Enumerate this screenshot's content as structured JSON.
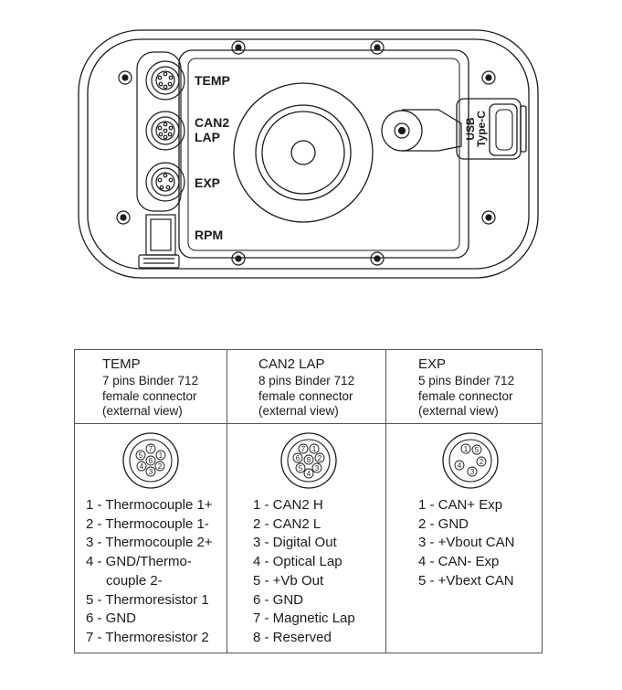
{
  "device": {
    "labels": {
      "temp": "TEMP",
      "can2_line1": "CAN2",
      "can2_line2": "LAP",
      "exp": "EXP",
      "rpm": "RPM",
      "usb_line1": "USB",
      "usb_line2": "Type-C"
    }
  },
  "table": {
    "columns": [
      {
        "name": "TEMP",
        "desc": [
          "7 pins Binder 712",
          "female connector",
          "(external view)"
        ],
        "pin_numbers": [
          "1",
          "2",
          "3",
          "4",
          "5",
          "6",
          "7"
        ],
        "pins": [
          "1 - Thermocouple 1+",
          "2 - Thermocouple 1-",
          "3 - Thermocouple 2+",
          "4 - GND/Thermo-",
          "couple 2-",
          "5 - Thermoresistor 1",
          "6 - GND",
          "7 - Thermoresistor 2"
        ]
      },
      {
        "name": "CAN2 LAP",
        "desc": [
          "8 pins Binder 712",
          "female connector",
          "(external view)"
        ],
        "pin_numbers": [
          "1",
          "2",
          "3",
          "4",
          "5",
          "6",
          "7",
          "8"
        ],
        "pins": [
          "1 - CAN2 H",
          "2 - CAN2 L",
          "3 - Digital Out",
          "4 - Optical Lap",
          "5 - +Vb Out",
          "6 - GND",
          "7 - Magnetic Lap",
          "8 - Reserved"
        ]
      },
      {
        "name": "EXP",
        "desc": [
          "5 pins Binder 712",
          "female connector",
          "(external view)"
        ],
        "pin_numbers": [
          "1",
          "2",
          "3",
          "4",
          "5"
        ],
        "pins": [
          "1 - CAN+ Exp",
          "2 - GND",
          "3 - +Vbout CAN",
          "4 - CAN- Exp",
          "5 - +Vbext CAN"
        ]
      }
    ]
  }
}
